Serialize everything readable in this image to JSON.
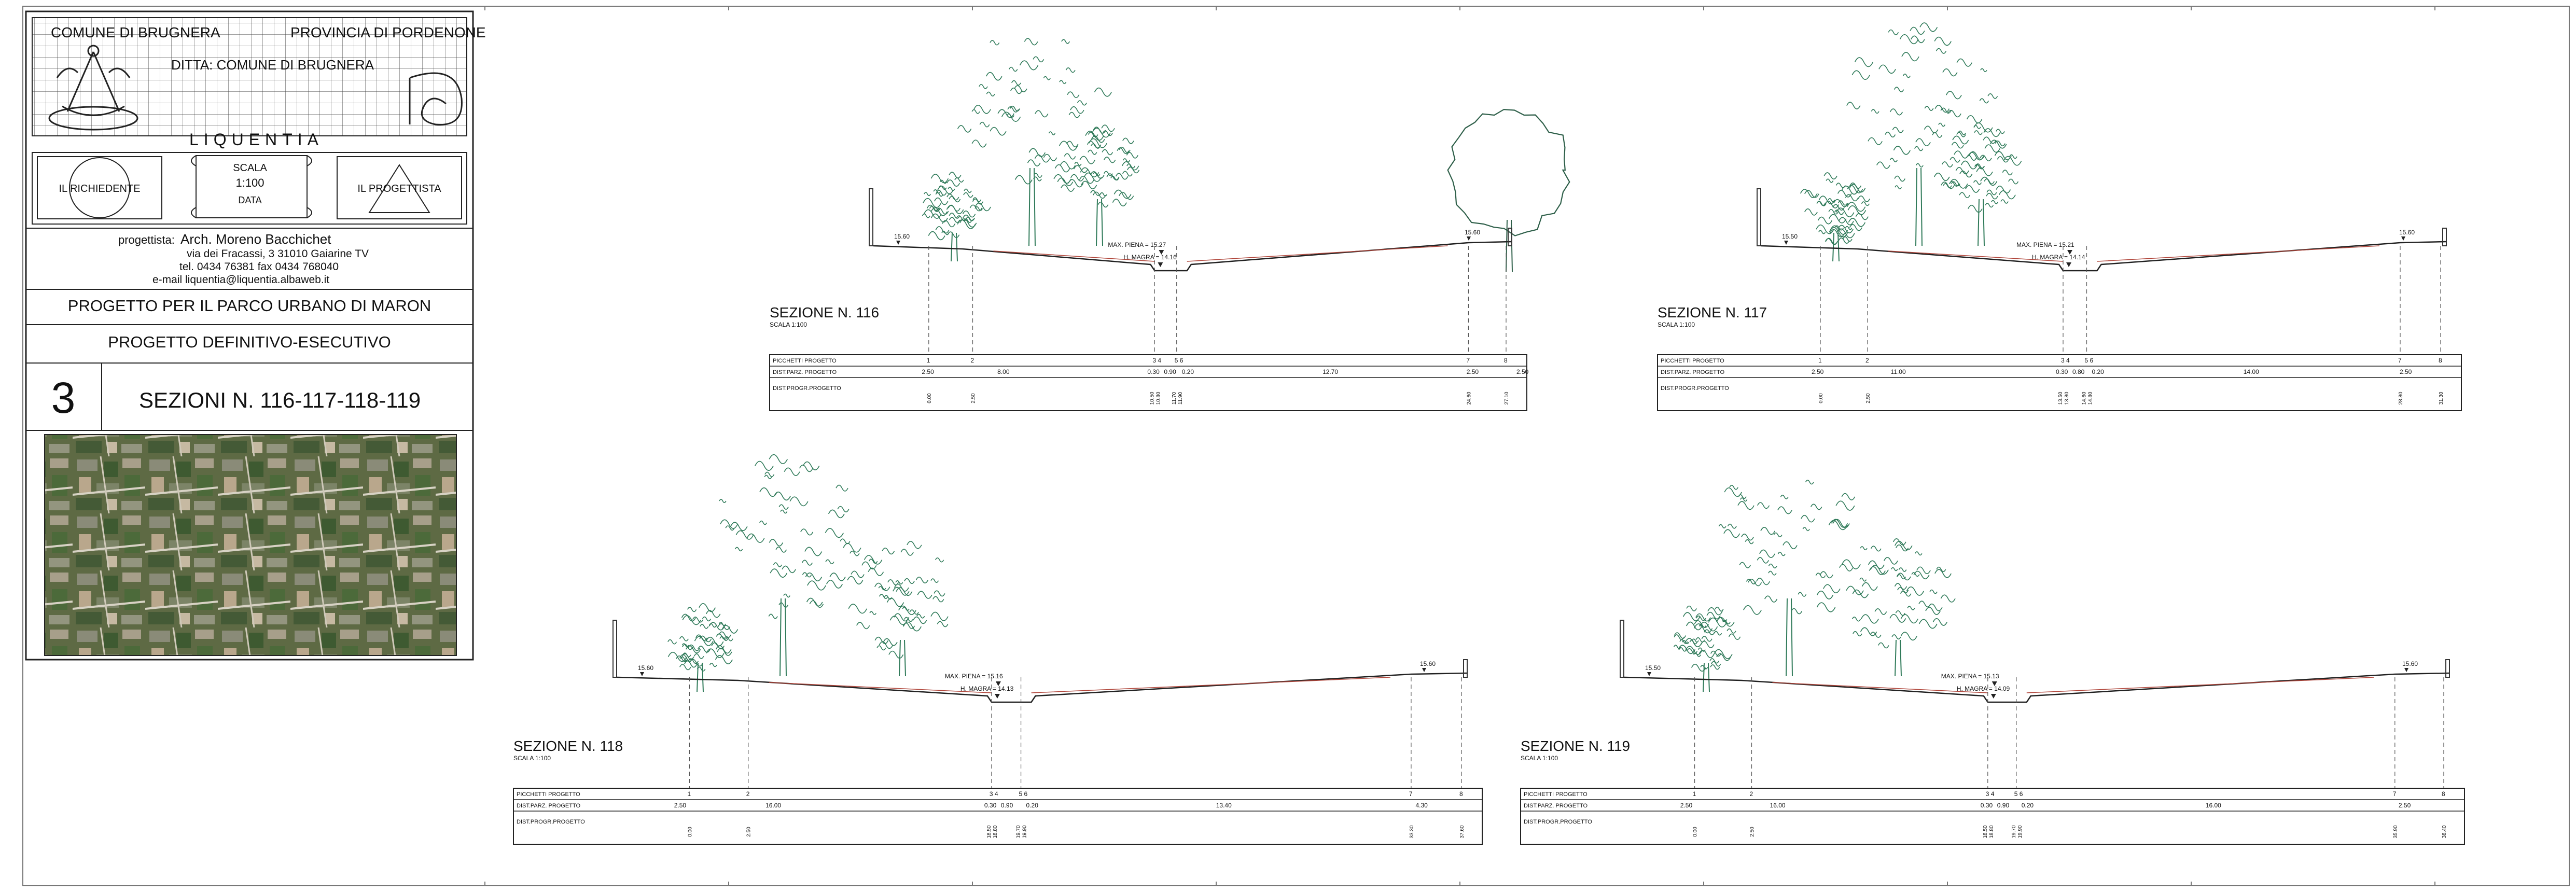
{
  "title_block": {
    "municipality": "COMUNE DI BRUGNERA",
    "province": "PROVINCIA DI PORDENONE",
    "client": "DITTA: COMUNE DI BRUGNERA",
    "logo_text": "LIQUENTIA",
    "stamp_applicant": "IL RICHIEDENTE",
    "scale_label": "SCALA",
    "scale_value": "1:100",
    "date_label": "DATA",
    "stamp_designer": "IL PROGETTISTA",
    "designer_label": "progettista:",
    "designer_name": "Arch. Moreno Bacchichet",
    "address": "via dei Fracassi, 3   31010 Gaiarine TV",
    "phone": "tel. 0434 76381  fax 0434 768040",
    "email": "e-mail   liquentia@liquentia.albaweb.it",
    "project_title": "PROGETTO PER IL PARCO URBANO DI MARON",
    "project_phase": "PROGETTO DEFINITIVO-ESECUTIVO",
    "sheet_number": "3",
    "sheet_title": "SEZIONI N. 116-117-118-119"
  },
  "table_row_labels": {
    "stakes": "PICCHETTI PROGETTO",
    "partial": "DIST.PARZ. PROGETTO",
    "progressive": "DIST.PROGR.PROGETTO"
  },
  "sections": [
    {
      "title": "SEZIONE N. 116",
      "scale": "SCALA 1:100",
      "max_level": "MAX. PIENA = 15.27",
      "min_level": "H. MAGRA = 14.16",
      "left_elev": "15.60",
      "right_elev": "15.60",
      "stakes": [
        "1",
        "2",
        "3 4",
        "5 6",
        "7",
        "8"
      ],
      "partial": [
        "2.50",
        "8.00",
        "0.30",
        "0.90",
        "0.20",
        "12.70",
        "2.50",
        "2.50"
      ],
      "progressive": [
        "0.00",
        "2.50",
        "10.50",
        "10.80",
        "11.70",
        "11.90",
        "24.60",
        "27.10"
      ]
    },
    {
      "title": "SEZIONE N. 117",
      "scale": "SCALA 1:100",
      "max_level": "MAX. PIENA = 15.21",
      "min_level": "H. MAGRA = 14.14",
      "left_elev": "15.50",
      "right_elev": "15.60",
      "stakes": [
        "1",
        "2",
        "3 4",
        "5 6",
        "7",
        "8"
      ],
      "partial": [
        "2.50",
        "11.00",
        "0.30",
        "0.80",
        "0.20",
        "14.00",
        "2.50"
      ],
      "progressive": [
        "0.00",
        "2.50",
        "13.50",
        "13.80",
        "14.60",
        "14.80",
        "28.80",
        "31.30"
      ]
    },
    {
      "title": "SEZIONE N. 118",
      "scale": "SCALA 1:100",
      "max_level": "MAX. PIENA = 15.16",
      "min_level": "H. MAGRA = 14.13",
      "left_elev": "15.60",
      "right_elev": "15.60",
      "stakes": [
        "1",
        "2",
        "3 4",
        "5 6",
        "7",
        "8"
      ],
      "partial": [
        "2.50",
        "16.00",
        "0.30",
        "0.90",
        "0.20",
        "13.40",
        "4.30"
      ],
      "progressive": [
        "0.00",
        "2.50",
        "18.50",
        "18.80",
        "19.70",
        "19.90",
        "33.30",
        "37.60"
      ]
    },
    {
      "title": "SEZIONE N. 119",
      "scale": "SCALA 1:100",
      "max_level": "MAX. PIENA = 15.13",
      "min_level": "H. MAGRA = 14.09",
      "left_elev": "15.50",
      "right_elev": "15.60",
      "stakes": [
        "1",
        "2",
        "3 4",
        "5 6",
        "7",
        "8"
      ],
      "partial": [
        "2.50",
        "16.00",
        "0.30",
        "0.90",
        "0.20",
        "16.00",
        "2.50"
      ],
      "progressive": [
        "0.00",
        "2.50",
        "18.50",
        "18.80",
        "19.70",
        "19.90",
        "35.90",
        "38.40"
      ]
    }
  ]
}
